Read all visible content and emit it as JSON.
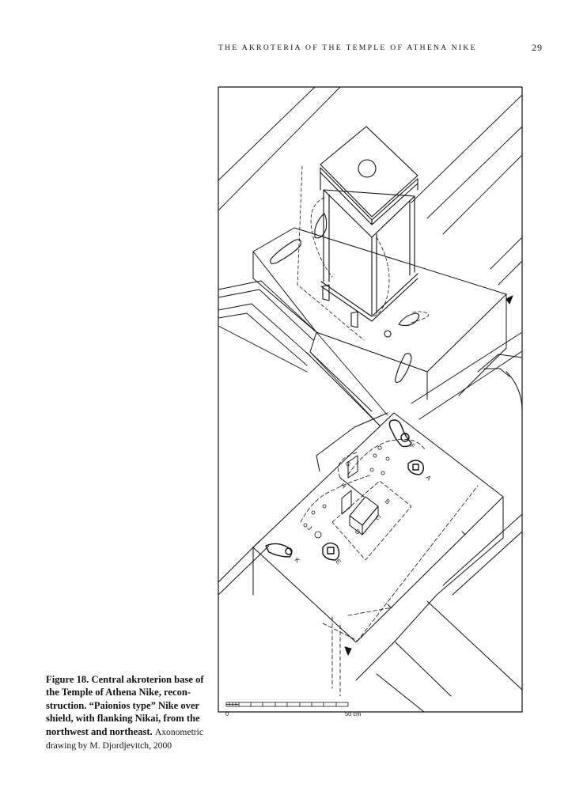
{
  "header": {
    "running_title": "THE AKROTERIA OF THE TEMPLE OF ATHENA NIKE",
    "page_number": "29"
  },
  "figure": {
    "labels": {
      "a": "A",
      "b": "B",
      "c": "C",
      "d": "D",
      "e": "E",
      "f": "F",
      "g": "G",
      "h": "H",
      "j": "J",
      "k": "K"
    },
    "scale_bar": {
      "start": "0",
      "end": "50 cm"
    }
  },
  "caption": {
    "bold_text": "Figure 18. Central akroterion base of the Temple of Athena Nike, recon­struction. “Paionios type” Nike over shield, with flanking Nikai, from the northwest and northeast.",
    "plain_text": "Axonometric drawing by M. Djordjevitch, 2000"
  }
}
